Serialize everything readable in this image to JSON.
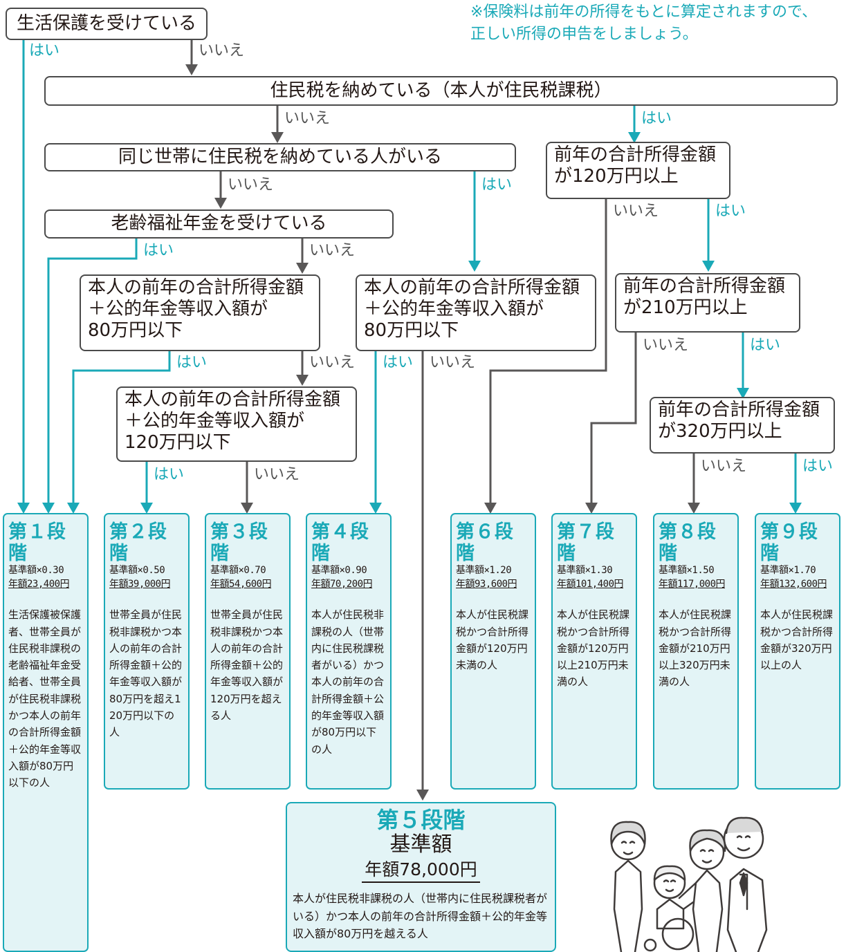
{
  "note": "※保険料は前年の所得をもとに算定されますので、\n正しい所得の申告をしましょう。",
  "questions": {
    "welfare": "生活保護を受けている",
    "resident_tax": "住民税を納めている（本人が住民税課税）",
    "household_tax": "同じ世帯に住民税を納めている人がいる",
    "old_age_pension": "老齢福祉年金を受けている",
    "income_80_a": "本人の前年の合計所得金額\n＋公的年金等収入額が\n80万円以下",
    "income_80_b": "本人の前年の合計所得金額\n＋公的年金等収入額が\n80万円以下",
    "income_120": "本人の前年の合計所得金額\n＋公的年金等収入額が\n120万円以下",
    "total_120": "前年の合計所得金額\nが120万円以上",
    "total_210": "前年の合計所得金額\nが210万円以上",
    "total_320": "前年の合計所得金額\nが320万円以上"
  },
  "labels": {
    "yes": "はい",
    "no": "いいえ"
  },
  "stages": [
    {
      "title": "第１段階",
      "multiplier": "基準額×0.30",
      "annual": "年額23,400円",
      "description": "生活保護被保護者、世帯全員が住民税非課税の老齢福祉年金受給者、世帯全員が住民税非課税かつ本人の前年の合計所得金額＋公的年金等収入額が80万円以下の人"
    },
    {
      "title": "第２段階",
      "multiplier": "基準額×0.50",
      "annual": "年額39,000円",
      "description": "世帯全員が住民税非課税かつ本人の前年の合計所得金額＋公的年金等収入額が80万円を超え120万円以下の人"
    },
    {
      "title": "第３段階",
      "multiplier": "基準額×0.70",
      "annual": "年額54,600円",
      "description": "世帯全員が住民税非課税かつ本人の前年の合計所得金額＋公的年金等収入額が120万円を超える人"
    },
    {
      "title": "第４段階",
      "multiplier": "基準額×0.90",
      "annual": "年額70,200円",
      "description": "本人が住民税非課税の人（世帯内に住民税課税者がいる）かつ本人の前年の合計所得金額＋公的年金等収入額が80万円以下の人"
    },
    {
      "title": "第５段階",
      "multiplier": "基準額",
      "annual": "年額78,000円",
      "description": "本人が住民税非課税の人（世帯内に住民税課税者がいる）かつ本人の前年の合計所得金額＋公的年金等収入額が80万円を越える人"
    },
    {
      "title": "第６段階",
      "multiplier": "基準額×1.20",
      "annual": "年額93,600円",
      "description": "本人が住民税課税かつ合計所得金額が120万円未満の人"
    },
    {
      "title": "第７段階",
      "multiplier": "基準額×1.30",
      "annual": "年額101,400円",
      "description": "本人が住民税課税かつ合計所得金額が120万円以上210万円未満の人"
    },
    {
      "title": "第８段階",
      "multiplier": "基準額×1.50",
      "annual": "年額117,000円",
      "description": "本人が住民税課税かつ合計所得金額が210万円以上320万円未満の人"
    },
    {
      "title": "第９段階",
      "multiplier": "基準額×1.70",
      "annual": "年額132,600円",
      "description": "本人が住民税課税かつ合計所得金額が320万円以上の人"
    }
  ],
  "colors": {
    "yes": "#1aa9b7",
    "no": "#595757",
    "stage_fill": "#e3f4f6",
    "border": "#4a4a4a"
  }
}
